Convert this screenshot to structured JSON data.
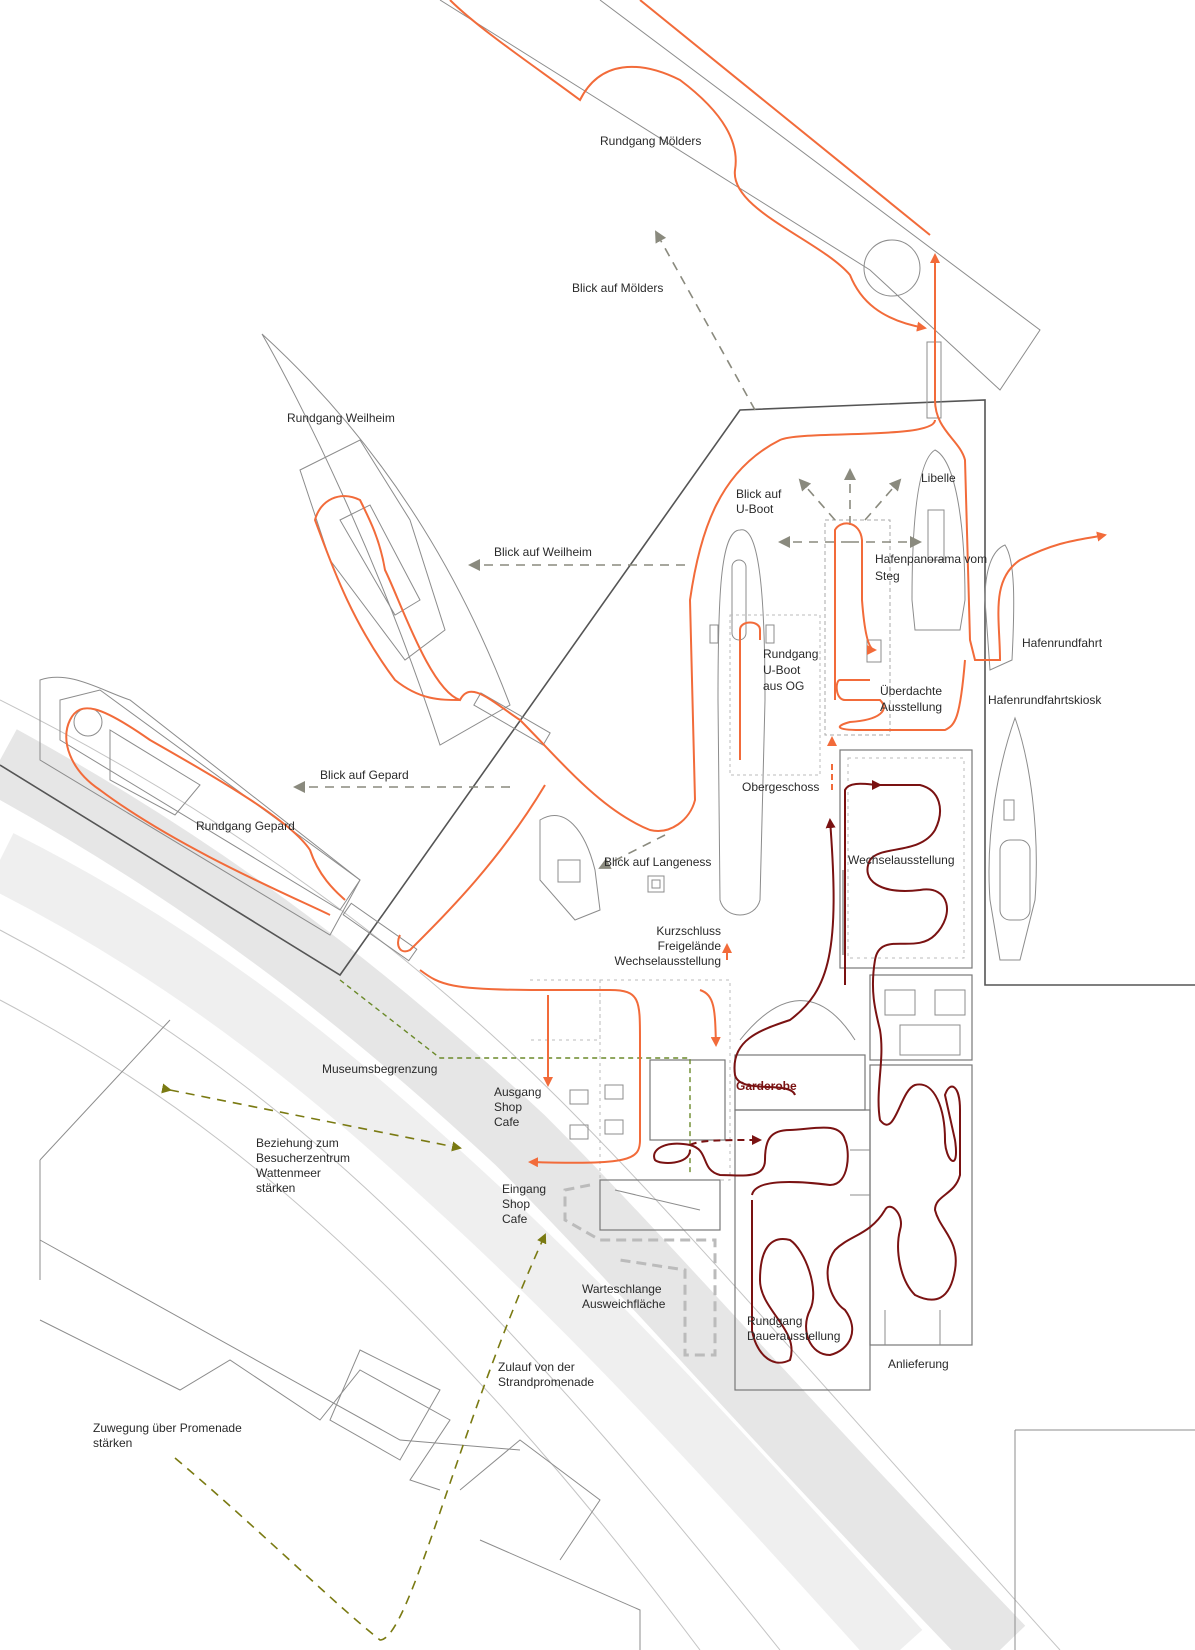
{
  "colors": {
    "route_orange": "#f26b3a",
    "route_darkred": "#7a1212",
    "view_grey": "#8a8a7e",
    "olive": "#7a7a12",
    "boundary_green": "#6b8a2a"
  },
  "labels": {
    "rundgang_moelders": "Rundgang Mölders",
    "blick_moelders": "Blick auf Mölders",
    "rundgang_weilheim": "Rundgang Weilheim",
    "blick_weilheim": "Blick auf Weilheim",
    "blick_uboot_1": "Blick auf",
    "blick_uboot_2": "U-Boot",
    "libelle": "Libelle",
    "hafenpanorama_1": "Hafenpanorama vom",
    "hafenpanorama_2": "Steg",
    "hafenrundfahrt": "Hafenrundfahrt",
    "hafenrundfahrtskiosk": "Hafenrundfahrtskiosk",
    "rundgang_uboot_1": "Rundgang",
    "rundgang_uboot_2": "U-Boot",
    "rundgang_uboot_3": "aus OG",
    "ueberdachte_1": "Überdachte",
    "ueberdachte_2": "Ausstellung",
    "blick_gepard": "Blick auf Gepard",
    "rundgang_gepard": "Rundgang Gepard",
    "obergeschoss": "Obergeschoss",
    "wechselausstellung": "Wechselausstellung",
    "blick_langeness": "Blick auf Langeness",
    "kurzschluss_1": "Kurzschluss",
    "kurzschluss_2": "Freigelände",
    "kurzschluss_3": "Wechselausstellung",
    "museumsbegrenzung": "Museumsbegrenzung",
    "ausgang_1": "Ausgang",
    "ausgang_2": "Shop",
    "ausgang_3": "Cafe",
    "garderobe": "Garderobe",
    "beziehung_1": "Beziehung zum",
    "beziehung_2": "Besucherzentrum",
    "beziehung_3": "Wattenmeer",
    "beziehung_4": "stärken",
    "eingang_1": "Eingang",
    "eingang_2": "Shop",
    "eingang_3": "Cafe",
    "warteschlange_1": "Warteschlange",
    "warteschlange_2": "Ausweichfläche",
    "rundgang_dauer_1": "Rundgang",
    "rundgang_dauer_2": "Dauerausstellung",
    "anlieferung": "Anlieferung",
    "zulauf_1": "Zulauf von der",
    "zulauf_2": "Strandpromenade",
    "zuwegung_1": "Zuwegung über Promenade",
    "zuwegung_2": "stärken"
  }
}
